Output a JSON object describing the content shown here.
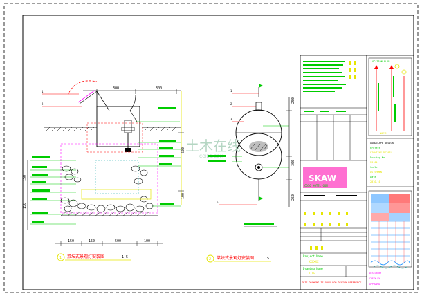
{
  "drawing": {
    "left_title": "菜坛式景观灯安装图",
    "left_scale": "1:5",
    "right_title": "菜坛式景观灯安装图",
    "right_scale": "1:5",
    "left_bottom_dims": [
      "150",
      "150",
      "500",
      "100"
    ],
    "left_top_dims": [
      "300",
      "300"
    ],
    "left_vertical_dims": [
      "600",
      "100",
      "150",
      "150"
    ],
    "right_vertical_dims": [
      "250",
      "300",
      "250"
    ],
    "watermark": "土木在线",
    "watermark_sub": "COIBB.COM"
  },
  "title_block": {
    "stamp_text": "SKAW",
    "stamp_subtext": "COI6 HOTEL.COM",
    "project_label": "Project Name",
    "project_value": "XXXXXX",
    "drawing_label": "Drawing Name",
    "drawing_value": "TIDE",
    "footer_note": "THIS DRAWING IS ONLY FOR DESIGN REFERENCE",
    "right_labels": [
      "LOCATION PLAN",
      "NORTH",
      "DESIGN BY",
      "CHECK BY",
      "APPROVED"
    ],
    "right_info": [
      "LANDSCAPE DESIGN",
      "Project",
      "LIGHTING DETAIL",
      "Drawing No.",
      "MS-01",
      "Scale",
      "AS SHOWN",
      "Date",
      "2010.10"
    ]
  },
  "colors": {
    "frame": "#000000",
    "line_green": "#00cc00",
    "line_red": "#ff0000",
    "line_yellow": "#e6e600",
    "line_cyan": "#00a0a0",
    "line_magenta": "#ff00ff",
    "stamp_pink": "#ff6fd1"
  }
}
